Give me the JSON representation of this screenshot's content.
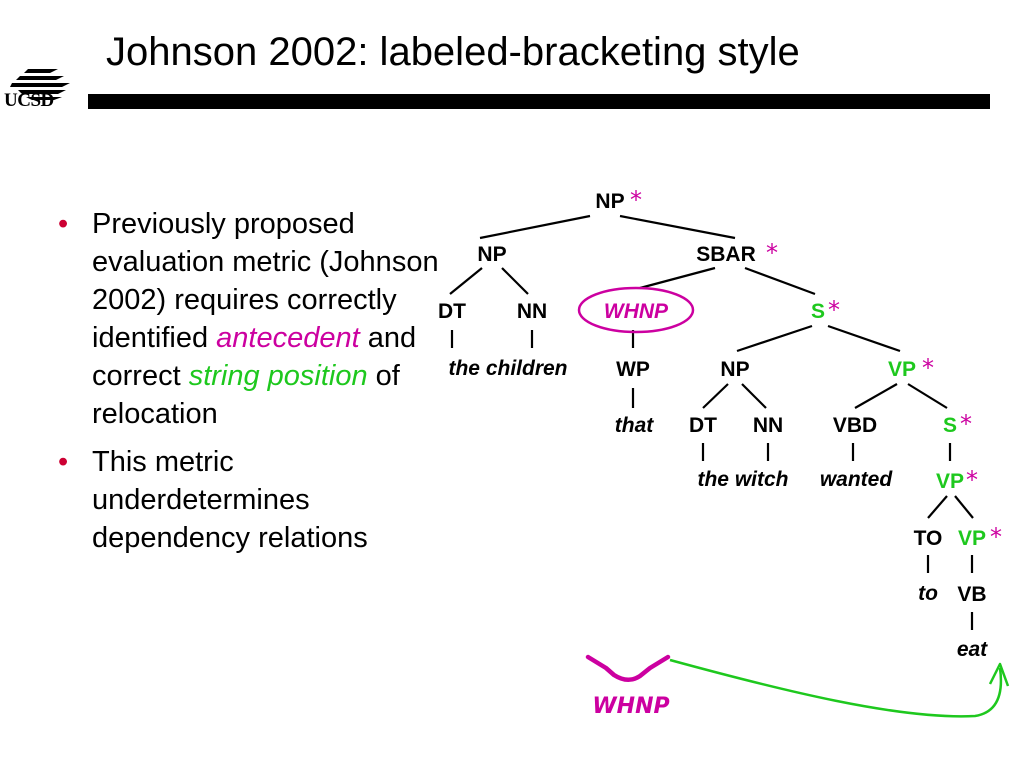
{
  "header": {
    "logo_text": "UCSD",
    "title": "Johnson 2002: labeled-bracketing style"
  },
  "bullets": [
    {
      "parts": [
        "Previously proposed evaluation metric (Johnson 2002) requires correctly identified ",
        "antecedent",
        " and correct ",
        "string position",
        " of relocation"
      ]
    },
    {
      "text": "This metric underdetermines dependency relations"
    }
  ],
  "colors": {
    "accent_magenta": "#cc00a0",
    "accent_green": "#1ec81e",
    "bullet_red": "#cc0033",
    "title_bar": "#000000"
  },
  "tree": {
    "nodes": {
      "np_root": "NP",
      "np": "NP",
      "sbar": "SBAR",
      "dt1": "DT",
      "nn1": "NN",
      "whnp": "WHNP",
      "s1": "S",
      "wp": "WP",
      "np2": "NP",
      "vp1": "VP",
      "dt2": "DT",
      "nn2": "NN",
      "vbd": "VBD",
      "s2": "S",
      "vp2": "VP",
      "to": "TO",
      "vp3": "VP",
      "vb": "VB"
    },
    "words": {
      "the_children": "the children",
      "that": "that",
      "the_witch": "the witch",
      "wanted": "wanted",
      "to": "to",
      "eat": "eat"
    },
    "star": "*",
    "gap_label": "WHNP"
  }
}
